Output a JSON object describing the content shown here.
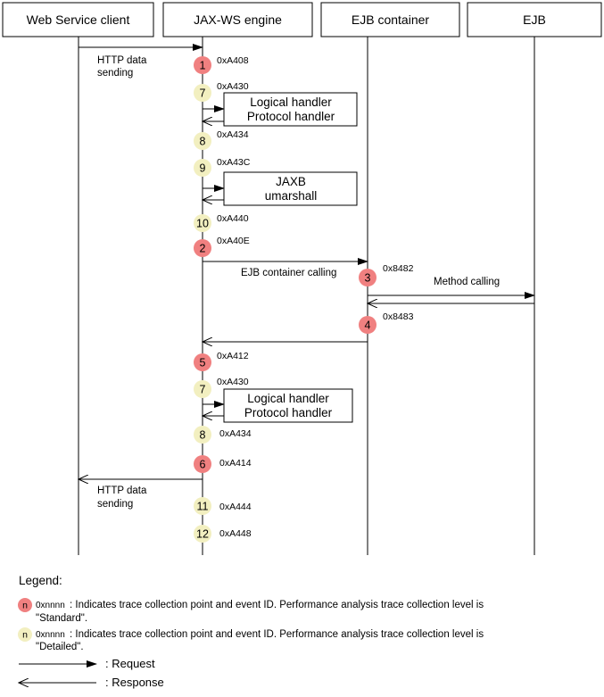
{
  "participants": [
    {
      "id": "client",
      "label": "Web Service client"
    },
    {
      "id": "engine",
      "label": "JAX-WS engine"
    },
    {
      "id": "ejbc",
      "label": "EJB container"
    },
    {
      "id": "ejb",
      "label": "EJB"
    }
  ],
  "messages": [
    {
      "id": "http-in",
      "kind": "request",
      "from": "client",
      "to": "engine",
      "label_lines": [
        "HTTP data",
        "sending"
      ]
    },
    {
      "id": "ejb-call",
      "kind": "request",
      "from": "engine",
      "to": "ejbc",
      "label_lines": [
        "EJB container calling"
      ]
    },
    {
      "id": "method-call",
      "kind": "request",
      "from": "ejbc",
      "to": "ejb",
      "label_lines": [
        "Method calling"
      ]
    },
    {
      "id": "method-return",
      "kind": "response",
      "from": "ejb",
      "to": "ejbc",
      "label_lines": []
    },
    {
      "id": "ejbc-return",
      "kind": "response",
      "from": "ejbc",
      "to": "engine",
      "label_lines": []
    },
    {
      "id": "http-out",
      "kind": "response",
      "from": "engine",
      "to": "client",
      "label_lines": [
        "HTTP data",
        "sending"
      ]
    }
  ],
  "handler_boxes": [
    {
      "id": "handlers-1",
      "lines": [
        "Logical handler",
        "Protocol handler"
      ]
    },
    {
      "id": "jaxb",
      "lines": [
        "JAXB",
        "umarshall"
      ]
    },
    {
      "id": "handlers-2",
      "lines": [
        "Logical handler",
        "Protocol handler"
      ]
    }
  ],
  "trace_points": [
    {
      "n": "1",
      "code": "0xA408",
      "level": "standard"
    },
    {
      "n": "7",
      "code": "0xA430",
      "level": "detailed"
    },
    {
      "n": "8",
      "code": "0xA434",
      "level": "detailed"
    },
    {
      "n": "9",
      "code": "0xA43C",
      "level": "detailed"
    },
    {
      "n": "10",
      "code": "0xA440",
      "level": "detailed"
    },
    {
      "n": "2",
      "code": "0xA40E",
      "level": "standard"
    },
    {
      "n": "3",
      "code": "0x8482",
      "level": "standard"
    },
    {
      "n": "4",
      "code": "0x8483",
      "level": "standard"
    },
    {
      "n": "5",
      "code": "0xA412",
      "level": "standard"
    },
    {
      "n": "7",
      "code": "0xA430",
      "level": "detailed"
    },
    {
      "n": "8",
      "code": "0xA434",
      "level": "detailed"
    },
    {
      "n": "6",
      "code": "0xA414",
      "level": "standard"
    },
    {
      "n": "11",
      "code": "0xA444",
      "level": "detailed"
    },
    {
      "n": "12",
      "code": "0xA448",
      "level": "detailed"
    }
  ],
  "legend": {
    "title": "Legend:",
    "marker_letter": "n",
    "code_placeholder": "0xnnnn",
    "standard_lines": [
      ": Indicates trace collection point and event ID. Performance analysis trace collection level is",
      "\"Standard\"."
    ],
    "detailed_lines": [
      ": Indicates trace collection point and event ID. Performance analysis trace collection level is",
      "\"Detailed\"."
    ],
    "request_label": ": Request",
    "response_label": ": Response"
  },
  "colors": {
    "standard": "#f08080",
    "detailed": "#f2efc0",
    "line": "#000000"
  }
}
